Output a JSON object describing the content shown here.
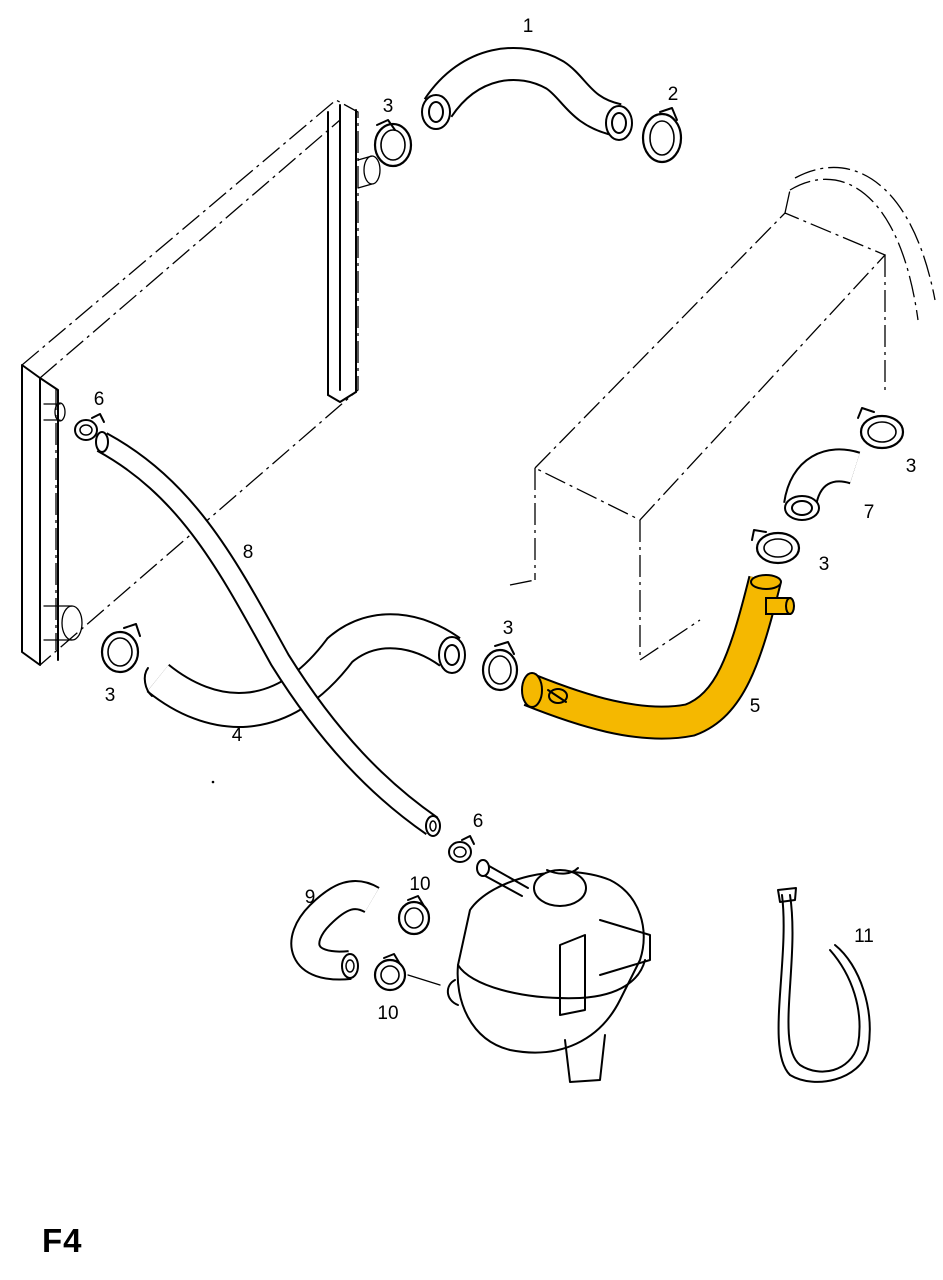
{
  "figure": {
    "code": "F4"
  },
  "colors": {
    "highlight": "#f5b800",
    "line": "#000000",
    "background": "#ffffff"
  },
  "callouts": [
    {
      "id": "c1",
      "text": "1"
    },
    {
      "id": "c2",
      "text": "2"
    },
    {
      "id": "c3a",
      "text": "3"
    },
    {
      "id": "c3b",
      "text": "3"
    },
    {
      "id": "c3c",
      "text": "3"
    },
    {
      "id": "c3d",
      "text": "3"
    },
    {
      "id": "c3e",
      "text": "3"
    },
    {
      "id": "c4",
      "text": "4"
    },
    {
      "id": "c5",
      "text": "5"
    },
    {
      "id": "c6a",
      "text": "6"
    },
    {
      "id": "c6b",
      "text": "6"
    },
    {
      "id": "c7",
      "text": "7"
    },
    {
      "id": "c8",
      "text": "8"
    },
    {
      "id": "c9",
      "text": "9"
    },
    {
      "id": "c10a",
      "text": "10"
    },
    {
      "id": "c10b",
      "text": "10"
    },
    {
      "id": "c11",
      "text": "11"
    }
  ]
}
